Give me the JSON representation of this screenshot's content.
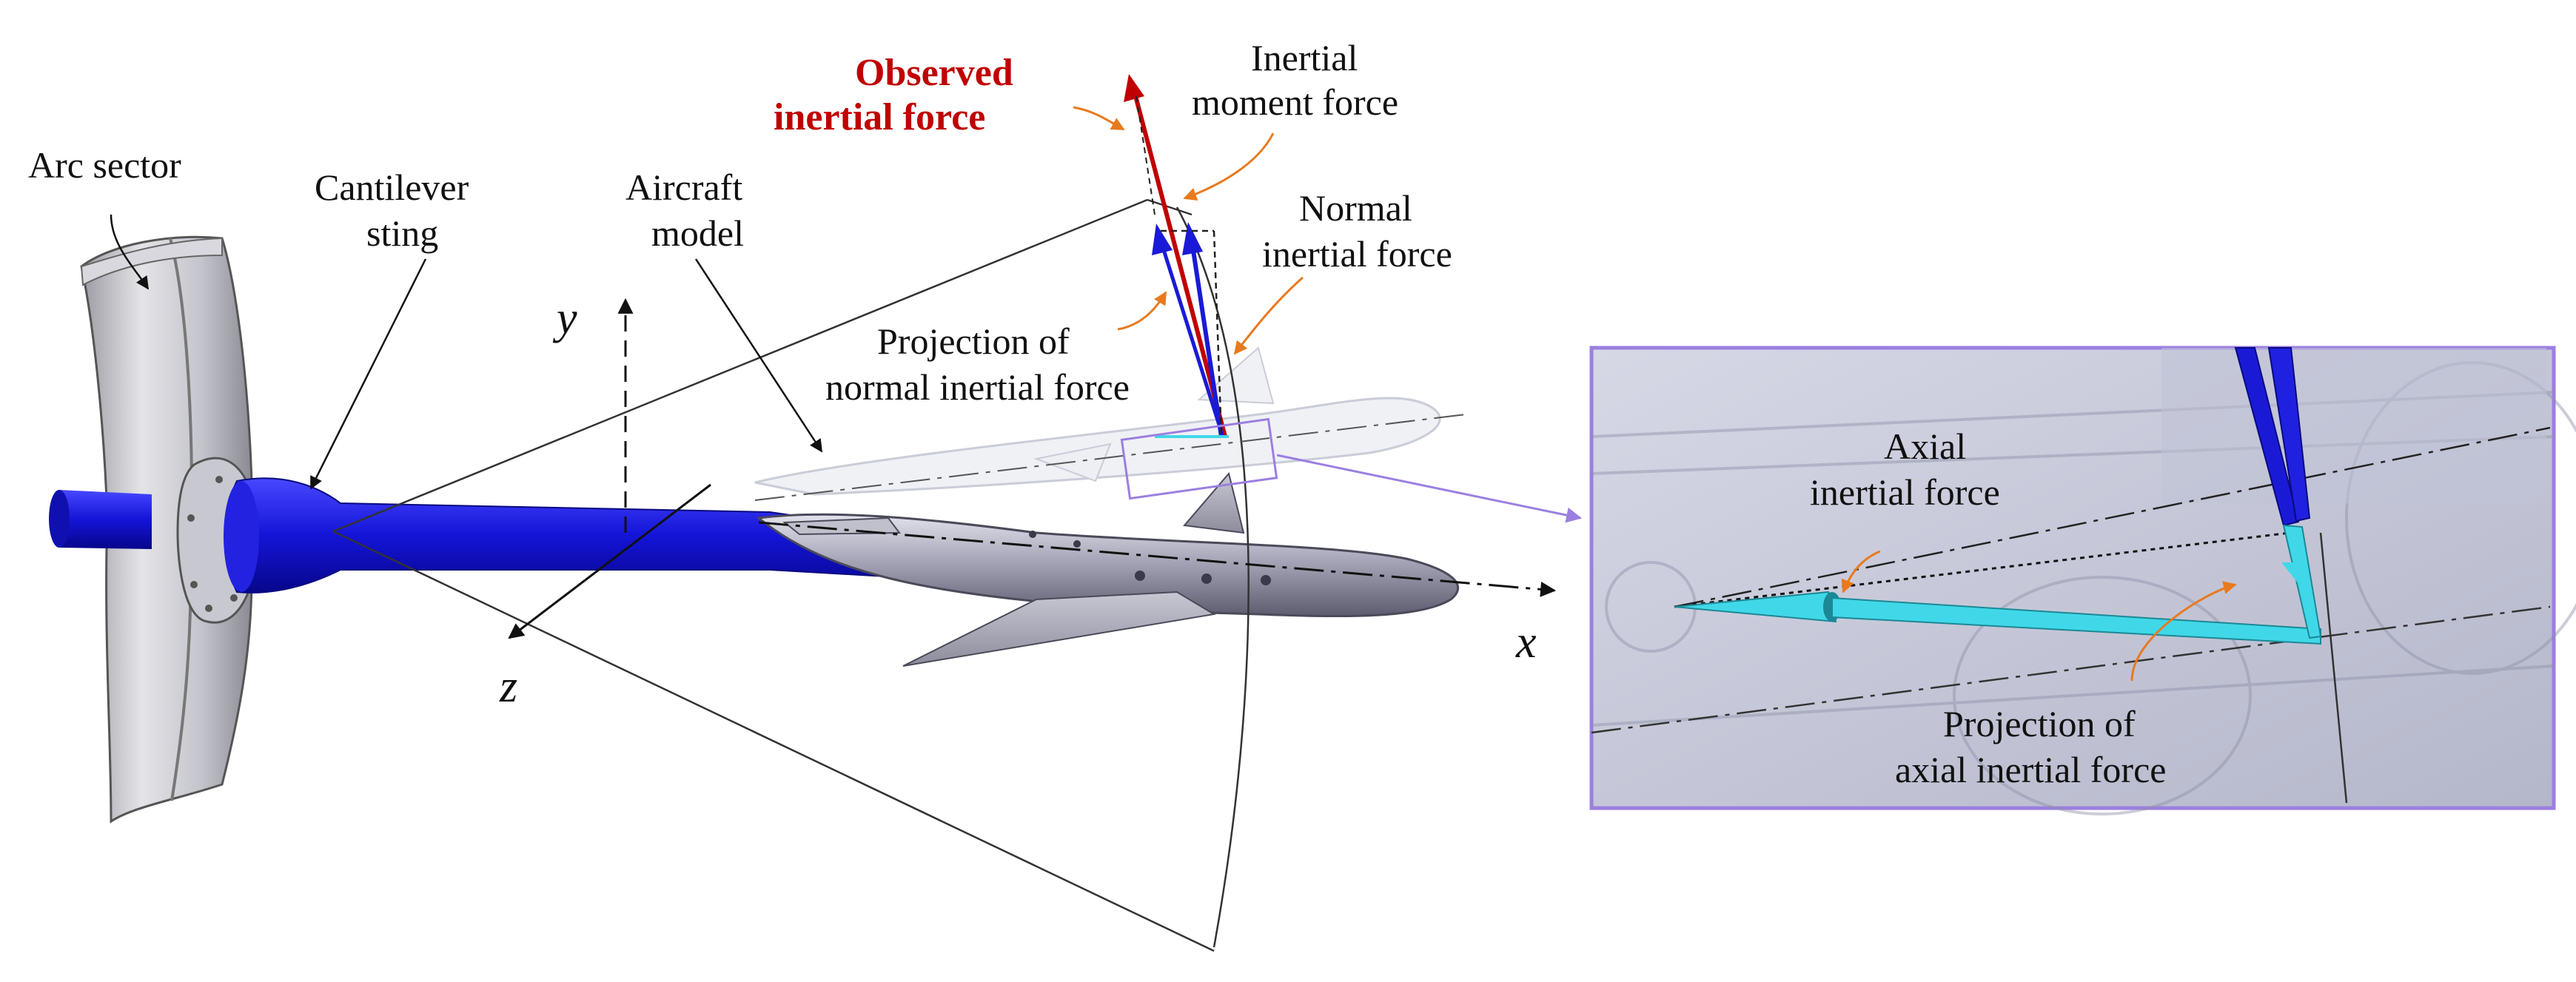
{
  "labels": {
    "arc_sector": "Arc sector",
    "cantilever_l1": "Cantilever",
    "cantilever_l2": "sting",
    "aircraft_l1": "Aircraft",
    "aircraft_l2": "model",
    "observed_l1": "Observed",
    "observed_l2": "inertial force",
    "moment_l1": "Inertial",
    "moment_l2": "moment force",
    "normal_l1": "Normal",
    "normal_l2": "inertial force",
    "proj_normal_l1": "Projection of",
    "proj_normal_l2": "normal inertial force",
    "axial_l1": "Axial",
    "axial_l2": "inertial force",
    "proj_axial_l1": "Projection of",
    "proj_axial_l2": "axial inertial force"
  },
  "axes": {
    "x": "x",
    "y": "y",
    "z": "z"
  },
  "colors": {
    "sting_blue": "#1a1ad6",
    "observed_red": "#c00000",
    "axial_cyan": "#40d8e8",
    "leader_orange": "#e87a1e",
    "inset_border": "#9b7fe0",
    "metal_gray": "#a9a9b9"
  }
}
